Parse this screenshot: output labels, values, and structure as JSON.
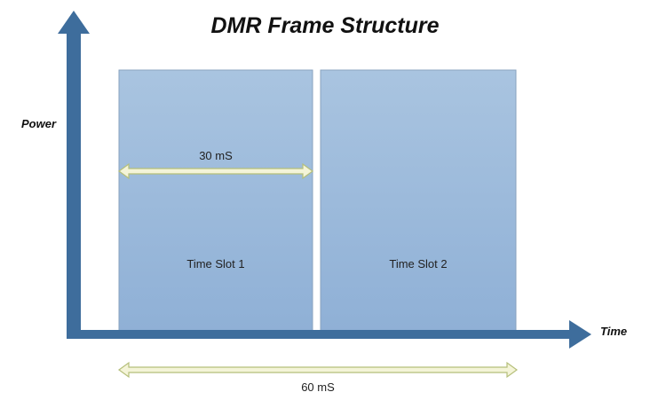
{
  "title": "DMR Frame Structure",
  "axes": {
    "y_label": "Power",
    "x_label": "Time"
  },
  "slots": [
    {
      "label": "Time Slot 1"
    },
    {
      "label": "Time Slot 2"
    }
  ],
  "dimensions": {
    "slot_duration": "30 mS",
    "frame_duration": "60 mS"
  },
  "colors": {
    "axis": "#3e6d9c",
    "slot_fill_top": "#a9c4e0",
    "slot_fill_bottom": "#8fb0d6",
    "slot_border": "#8aa3bf",
    "dimension_arrow_fill": "#f4f4d8",
    "dimension_arrow_stroke": "#b5bf7a"
  }
}
